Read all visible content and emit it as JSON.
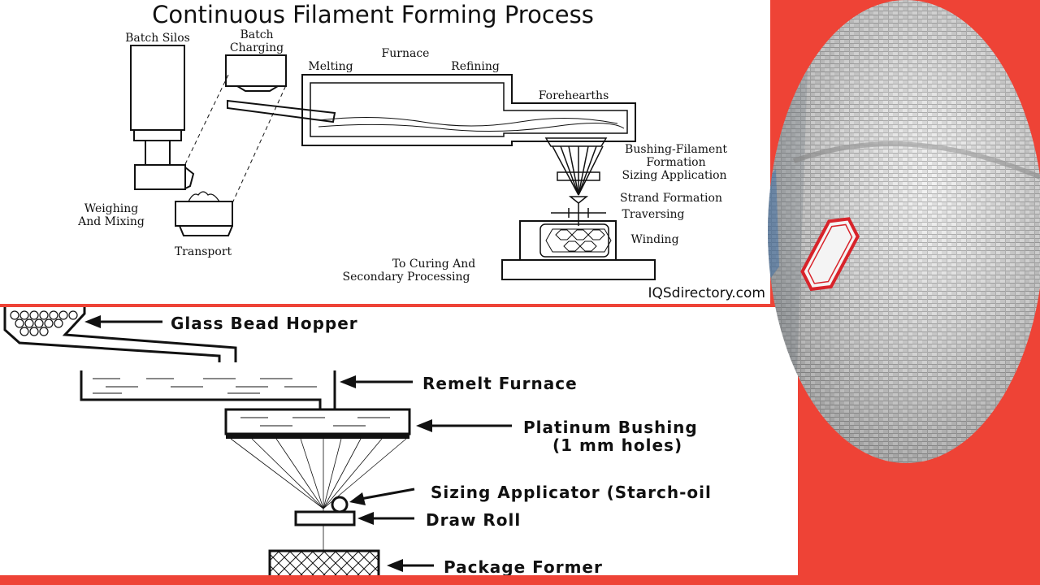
{
  "colors": {
    "background": "#ee4336",
    "panel": "#ffffff",
    "ink": "#111111",
    "fabric": "#cfcfcf",
    "tag_border": "#d8232a"
  },
  "top_diagram": {
    "title": "Continuous Filament Forming Process",
    "labels": {
      "batch_silos": "Batch Silos",
      "batch_charging_1": "Batch",
      "batch_charging_2": "Charging",
      "melting": "Melting",
      "furnace": "Furnace",
      "refining": "Refining",
      "forehearths": "Forehearths",
      "bushing_1": "Bushing-Filament",
      "bushing_2": "Formation",
      "sizing": "Sizing Application",
      "strand": "Strand Formation",
      "traversing": "Traversing",
      "winding": "Winding",
      "weighing_1": "Weighing",
      "weighing_2": "And Mixing",
      "transport": "Transport",
      "curing_1": "To Curing And",
      "curing_2": "Secondary Processing"
    },
    "credit": "IQSdirectory.com"
  },
  "bottom_diagram": {
    "labels": {
      "hopper": "Glass Bead Hopper",
      "remelt": "Remelt Furnace",
      "platinum_1": "Platinum Bushing",
      "platinum_2": "(1 mm holes)",
      "sizing_applicator": "Sizing Applicator (Starch-oil",
      "draw_roll": "Draw Roll",
      "package_former": "Package Former"
    }
  },
  "photo": {
    "icon": "fiberglass-cloth-roll-photo"
  }
}
